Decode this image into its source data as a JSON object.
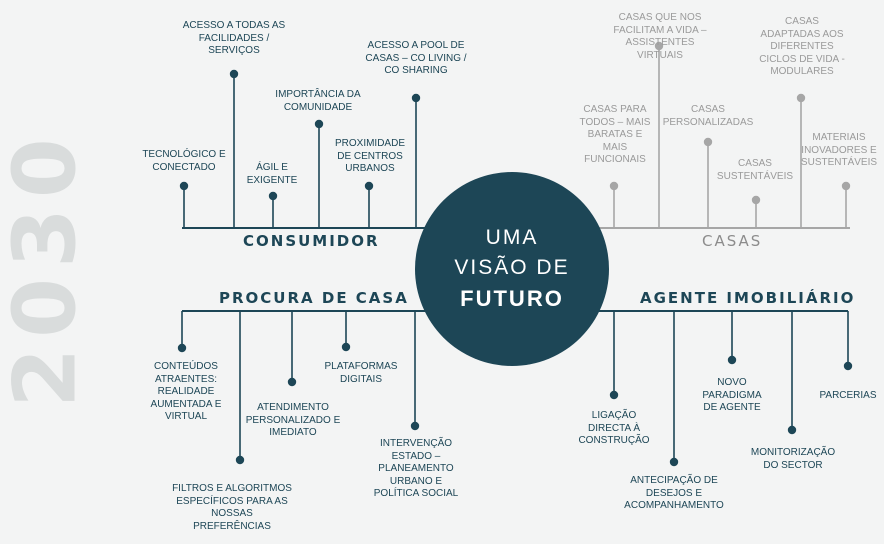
{
  "year": "2030",
  "center": {
    "line1": "UMA",
    "line2": "VISÃO DE",
    "line3": "FUTURO"
  },
  "colors": {
    "dark": "#1d4656",
    "light": "#a6a6a6",
    "background": "#f3f4f4"
  },
  "consumidor": {
    "title": "CONSUMIDOR",
    "items": [
      "TECNOLÓGICO E\nCONECTADO",
      "ACESSO A TODAS AS\nFACILIDADES /\nSERVIÇOS",
      "ÁGIL E\nEXIGENTE",
      "IMPORTÂNCIA DA\nCOMUNIDADE",
      "PROXIMIDADE\nDE CENTROS\nURBANOS",
      "ACESSO A POOL DE\nCASAS – CO LIVING /\nCO SHARING"
    ]
  },
  "casas": {
    "title": "CASAS",
    "items": [
      "CASAS PARA\nTODOS – MAIS\nBARATAS E\nMAIS\nFUNCIONAIS",
      "CASAS QUE NOS\nFACILITAM A VIDA –\nASSISTENTES\nVIRTUAIS",
      "CASAS\nPERSONALIZADAS",
      "CASAS\nSUSTENTÁVEIS",
      "CASAS\nADAPTADAS AOS\nDIFERENTES\nCICLOS DE VIDA -\nMODULARES",
      "MATERIAIS\nINOVADORES E\nSUSTENTÁVEIS"
    ]
  },
  "procura": {
    "title": "PROCURA DE CASA",
    "items": [
      "CONTEÚDOS\nATRAENTES:\nREALIDADE\nAUMENTADA E\nVIRTUAL",
      "FILTROS E ALGORITMOS\nESPECÍFICOS PARA AS\nNOSSAS PREFERÊNCIAS",
      "ATENDIMENTO\nPERSONALIZADO E\nIMEDIATO",
      "PLATAFORMAS\nDIGITAIS",
      "INTERVENÇÃO\nESTADO –\nPLANEAMENTO\nURBANO E\nPOLÍTICA SOCIAL"
    ]
  },
  "agente": {
    "title": "AGENTE IMOBILIÁRIO",
    "items": [
      "LIGAÇÃO\nDIRECTA À\nCONSTRUÇÃO",
      "ANTECIPAÇÃO DE\nDESEJOS E\nACOMPANHAMENTO",
      "NOVO\nPARADIGMA\nDE AGENTE",
      "MONITORIZAÇÃO\nDO SECTOR",
      "PARCERIAS"
    ]
  }
}
